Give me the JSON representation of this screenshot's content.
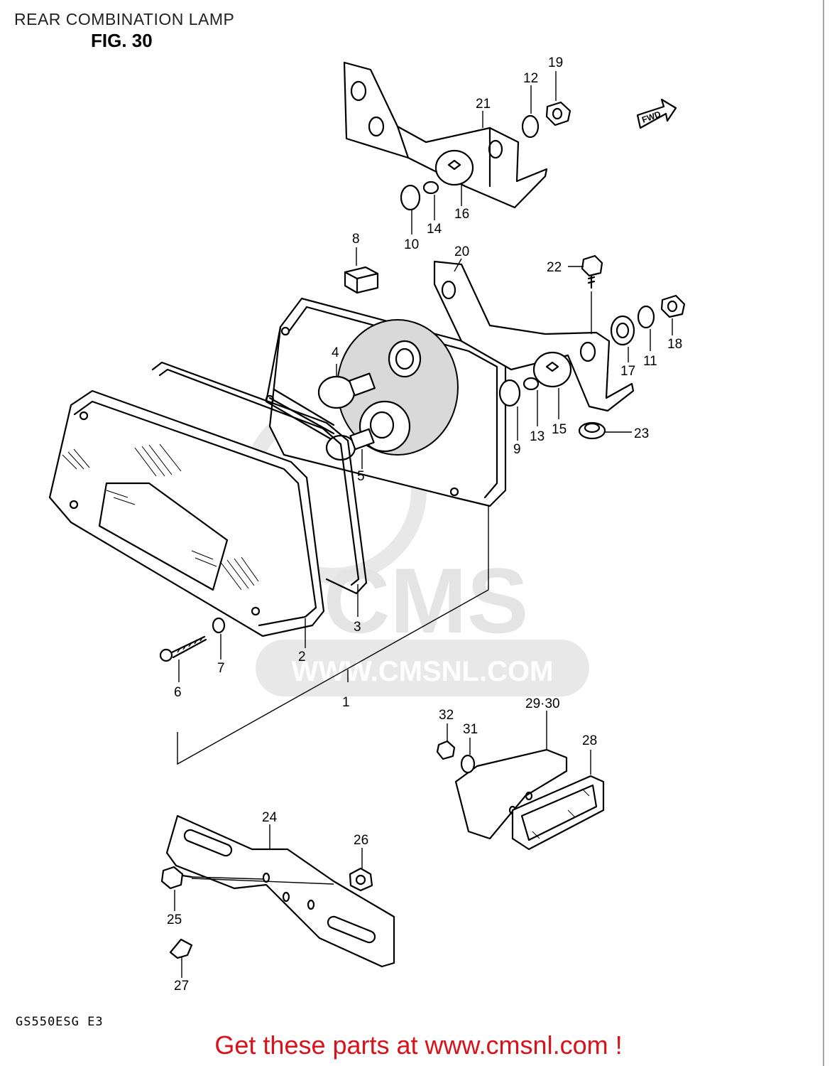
{
  "header": {
    "title": "REAR COMBINATION LAMP",
    "figure": "FIG. 30"
  },
  "watermark": {
    "logo_text": "CMS",
    "url_text": "WWW.CMSNL.COM"
  },
  "arrow_label": "FWD",
  "parts": {
    "p1": "1",
    "p2": "2",
    "p3": "3",
    "p4": "4",
    "p5": "5",
    "p6": "6",
    "p7": "7",
    "p8": "8",
    "p9": "9",
    "p10": "10",
    "p11": "11",
    "p12": "12",
    "p13": "13",
    "p14": "14",
    "p15": "15",
    "p16": "16",
    "p17": "17",
    "p18": "18",
    "p19": "19",
    "p20": "20",
    "p21": "21",
    "p22": "22",
    "p23": "23",
    "p24": "24",
    "p25": "25",
    "p26": "26",
    "p27": "27",
    "p28": "28",
    "p29_30": "29·30",
    "p31": "31",
    "p32": "32"
  },
  "footer": {
    "model_code": "GS550ESG E3",
    "link_text": "Get these parts at www.cmsnl.com !"
  },
  "colors": {
    "footer_link": "#d8121b",
    "line": "#000000",
    "watermark": "#d6d6d6"
  }
}
